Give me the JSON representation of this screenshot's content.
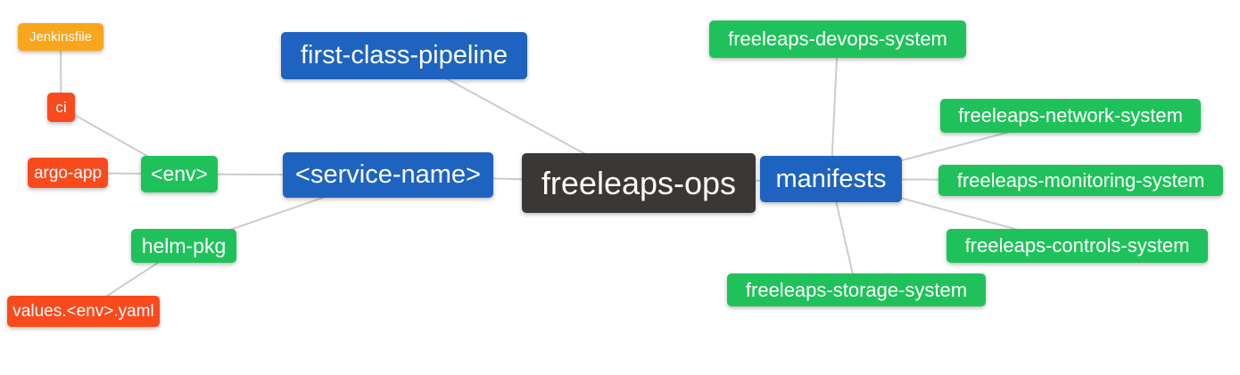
{
  "diagram": {
    "type": "mindmap",
    "root": "freeleaps-ops",
    "nodes": {
      "freeleaps_ops": {
        "label": "freeleaps-ops",
        "color": "dark"
      },
      "first_class_pipeline": {
        "label": "first-class-pipeline",
        "color": "blue"
      },
      "service_name": {
        "label": "<service-name>",
        "color": "blue"
      },
      "manifests": {
        "label": "manifests",
        "color": "blue"
      },
      "env": {
        "label": "<env>",
        "color": "green"
      },
      "helm_pkg": {
        "label": "helm-pkg",
        "color": "green"
      },
      "ci": {
        "label": "ci",
        "color": "red"
      },
      "argo_app": {
        "label": "argo-app",
        "color": "red"
      },
      "jenkinsfile": {
        "label": "Jenkinsfile",
        "color": "orange"
      },
      "values_env_yaml": {
        "label": "values.<env>.yaml",
        "color": "red"
      },
      "devops_system": {
        "label": "freeleaps-devops-system",
        "color": "green"
      },
      "network_system": {
        "label": "freeleaps-network-system",
        "color": "green"
      },
      "monitoring_system": {
        "label": "freeleaps-monitoring-system",
        "color": "green"
      },
      "controls_system": {
        "label": "freeleaps-controls-system",
        "color": "green"
      },
      "storage_system": {
        "label": "freeleaps-storage-system",
        "color": "green"
      }
    },
    "edges": [
      [
        "jenkinsfile",
        "ci"
      ],
      [
        "ci",
        "env"
      ],
      [
        "argo_app",
        "env"
      ],
      [
        "env",
        "service_name"
      ],
      [
        "helm_pkg",
        "service_name"
      ],
      [
        "values_env_yaml",
        "helm_pkg"
      ],
      [
        "first_class_pipeline",
        "freeleaps_ops"
      ],
      [
        "service_name",
        "freeleaps_ops"
      ],
      [
        "freeleaps_ops",
        "manifests"
      ],
      [
        "manifests",
        "devops_system"
      ],
      [
        "manifests",
        "network_system"
      ],
      [
        "manifests",
        "monitoring_system"
      ],
      [
        "manifests",
        "controls_system"
      ],
      [
        "manifests",
        "storage_system"
      ]
    ],
    "colors": {
      "blue": "#1e63bf",
      "green": "#1fc25a",
      "red": "#f94a1e",
      "orange": "#faa61c",
      "dark": "#3b3734",
      "edge": "#cccccc",
      "text": "#ffffff"
    }
  }
}
